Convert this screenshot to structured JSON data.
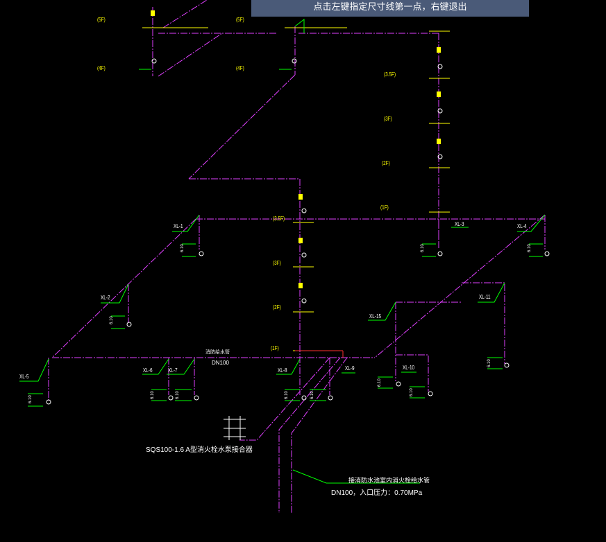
{
  "prompt": "点击左键指定尺寸线第一点，右键退出",
  "colors": {
    "pipe": "#e040ff",
    "floor_text": "#ffff00",
    "label": "#ffffff",
    "leader": "#00ff00",
    "background": "#000000",
    "valve": "#ffff00"
  },
  "floors_top_left": [
    "(5F)",
    "(4F)"
  ],
  "floors_top_mid": [
    "(5F)",
    "(4F)"
  ],
  "floors_right": [
    "(3.5F)",
    "(3F)",
    "(2F)",
    "(1F)"
  ],
  "floors_center": [
    "(3.5F)",
    "(3F)",
    "(2F)",
    "(1F)"
  ],
  "risers": [
    "XL-1",
    "XL-2",
    "XL-3",
    "XL-4",
    "XL-5",
    "XL-6",
    "XL-7",
    "XL-8",
    "XL-9",
    "XL-10",
    "XL-11",
    "XL-15"
  ],
  "elev_label": "6.10",
  "pipe_main_label": "DN100",
  "pipe_main_name": "消防给水管",
  "adapter_label": "SQS100-1.6 A型消火栓水泵接合器",
  "inlet_label": "接消防水池室内消火栓给水管",
  "inlet_pressure": "DN100，入口压力：0.70MPa"
}
